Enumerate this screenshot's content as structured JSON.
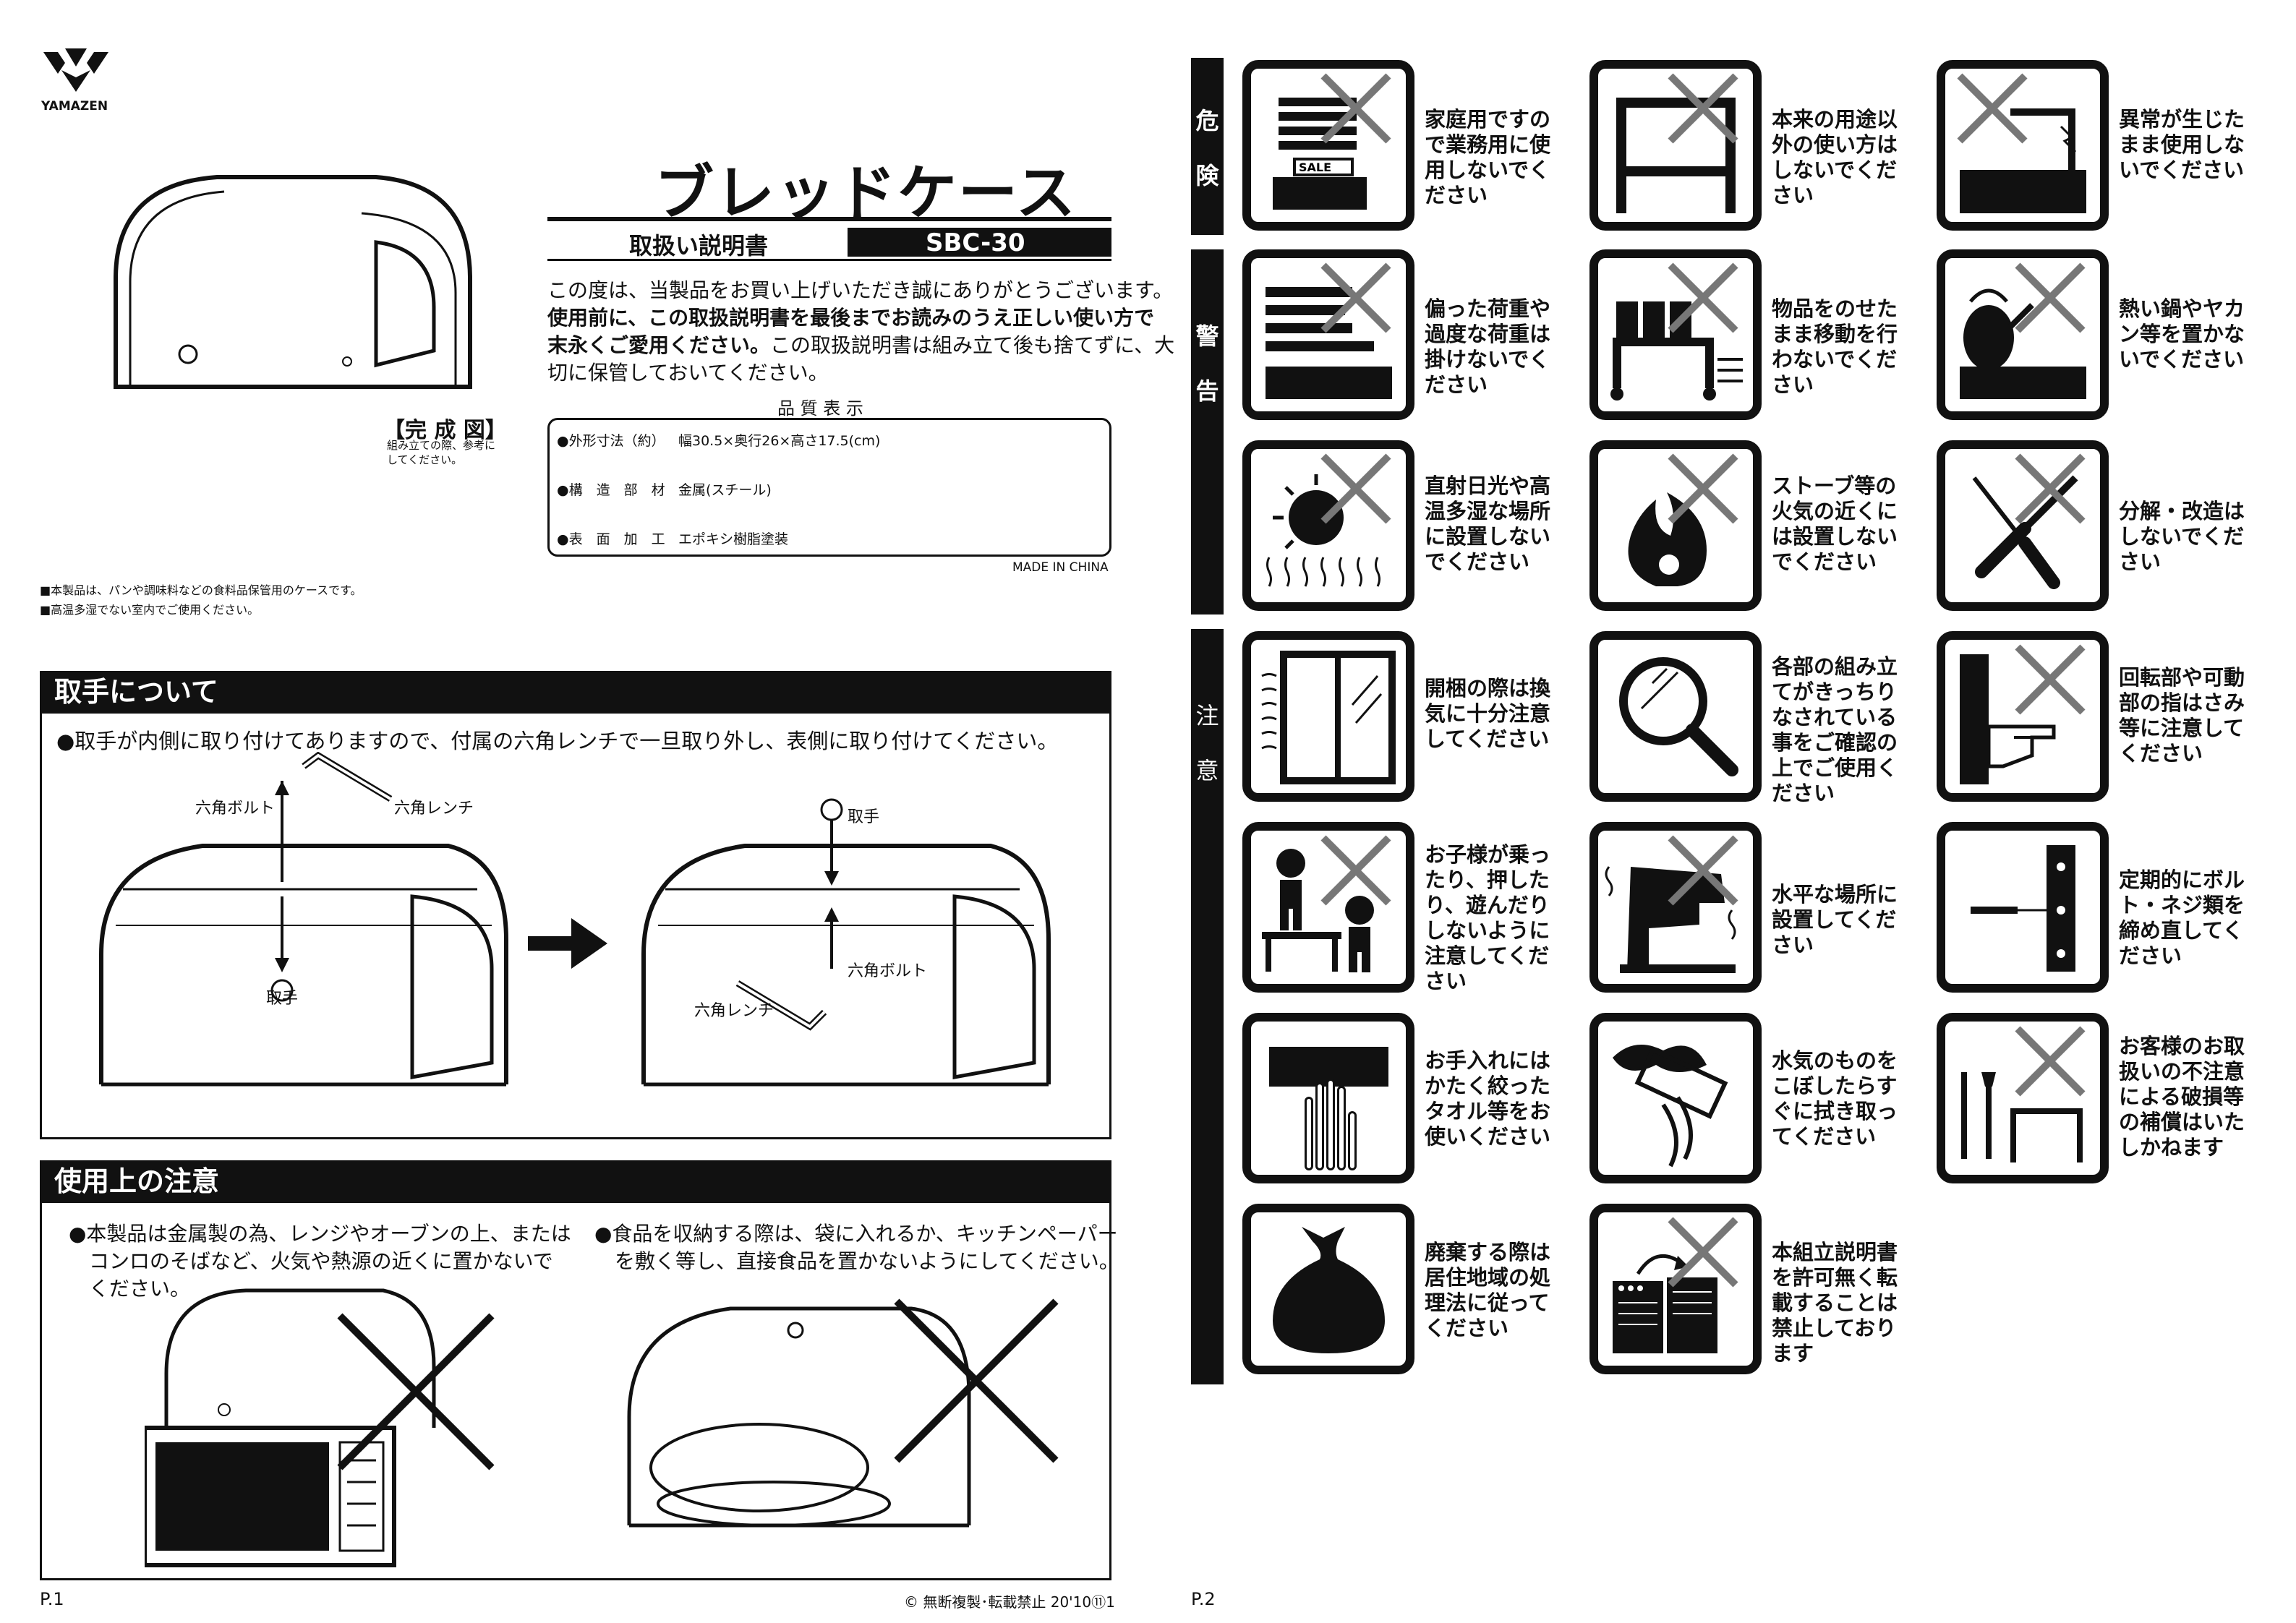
{
  "brand": {
    "name": "YAMAZEN"
  },
  "title": "ブレッドケース",
  "subtitle": "取扱い説明書",
  "model": "SBC-30",
  "completed": {
    "label": "【完 成 図】",
    "note_line1": "組み立ての際、参考に",
    "note_line2": "してください。"
  },
  "intro": {
    "line1": "この度は、当製品をお買い上げいただき誠にありがとうございます。",
    "line2": "使用前に、この取扱説明書を最後までお読みのうえ正しい使い方で",
    "line3a": "末永くご愛用ください。",
    "line3b": "この取扱説明書は組み立て後も捨てずに、大",
    "line4": "切に保管しておいてください。"
  },
  "quality": {
    "heading": "品 質 表 示",
    "rows": [
      {
        "label": "●外形寸法（約）",
        "value": "幅30.5×奥行26×高さ17.5(cm)"
      },
      {
        "label": "●構　造　部　材",
        "value": "金属(スチール)"
      },
      {
        "label": "●表　面　加　工",
        "value": "エポキシ樹脂塗装"
      }
    ],
    "origin": "MADE IN CHINA"
  },
  "notes": [
    "■本製品は、パンや調味料などの食料品保管用のケースです。",
    "■高温多湿でない室内でご使用ください。"
  ],
  "handle_section": {
    "heading": "取手について",
    "instruction": "●取手が内側に取り付けてありますので、付属の六角レンチで一旦取り外し、表側に取り付けてください。",
    "labels": {
      "bolt": "六角ボルト",
      "wrench": "六角レンチ",
      "handle": "取手"
    }
  },
  "usage_section": {
    "heading": "使用上の注意",
    "note1_line1": "●本製品は金属製の為、レンジやオーブンの上、または",
    "note1_line2": "コンロのそばなど、火気や熱源の近くに置かないで",
    "note1_line3": "ください。",
    "note2_line1": "●食品を収納する際は、袋に入れるか、キッチンペーパー",
    "note2_line2": "を敷く等し、直接食品を置かないようにしてください。"
  },
  "footer": {
    "page1": "P.1",
    "page2": "P.2",
    "copyright": "© 無断複製･転載禁止 20'10⑪1"
  },
  "side_tabs": {
    "danger": [
      "危",
      "険"
    ],
    "warning": [
      "警",
      "告"
    ],
    "caution": [
      "注",
      "意"
    ]
  },
  "icons": [
    {
      "id": "business",
      "icon": "sale-shelf-icon",
      "text": "家庭用ですので業務用に使用しないでください"
    },
    {
      "id": "purpose",
      "icon": "table-icon",
      "text": "本来の用途以外の使い方はしないでください"
    },
    {
      "id": "abnormal",
      "icon": "broken-shelf-icon",
      "text": "異常が生じたまま使用しないでください"
    },
    {
      "id": "load",
      "icon": "uneven-load-icon",
      "text": "偏った荷重や過度な荷重は掛けないでください"
    },
    {
      "id": "move",
      "icon": "moving-cart-icon",
      "text": "物品をのせたまま移動を行わないでください"
    },
    {
      "id": "hot",
      "icon": "kettle-icon",
      "text": "熱い鍋やヤカン等を置かないでください"
    },
    {
      "id": "sun",
      "icon": "sun-humidity-icon",
      "text": "直射日光や高温多湿な場所に設置しないでください"
    },
    {
      "id": "fire",
      "icon": "flame-icon",
      "text": "ストーブ等の火気の近くには設置しないでください"
    },
    {
      "id": "tools",
      "icon": "tools-icon",
      "text": "分解・改造はしないでください"
    },
    {
      "id": "ventilate",
      "icon": "window-icon",
      "text": "開梱の際は換気に十分注意してください"
    },
    {
      "id": "check",
      "icon": "magnifier-icon",
      "text": "各部の組み立てがきっちりなされている事をご確認の上でご使用ください"
    },
    {
      "id": "pinch",
      "icon": "hand-pinch-icon",
      "text": "回転部や可動部の指はさみ等に注意してください"
    },
    {
      "id": "children",
      "icon": "children-icon",
      "text": "お子様が乗ったり、押したり、遊んだりしないように注意してください"
    },
    {
      "id": "level",
      "icon": "level-icon",
      "text": "水平な場所に設置してください"
    },
    {
      "id": "bolts",
      "icon": "screwdriver-icon",
      "text": "定期的にボルト・ネジ類を締め直してください"
    },
    {
      "id": "clean",
      "icon": "cloth-hand-icon",
      "text": "お手入れにはかたく絞ったタオル等をお使いください"
    },
    {
      "id": "wipe",
      "icon": "wipe-spill-icon",
      "text": "水気のものをこぼしたらすぐに拭き取ってください"
    },
    {
      "id": "liability",
      "icon": "broken-tools-icon",
      "text": "お客様のお取扱いの不注意による破損等の補償はいたしかねます"
    },
    {
      "id": "dispose",
      "icon": "garbage-bag-icon",
      "text": "廃棄する際は居住地域の処理法に従ってください"
    },
    {
      "id": "copy",
      "icon": "documents-icon",
      "text": "本組立説明書を許可無く転載することは禁止しております"
    }
  ]
}
